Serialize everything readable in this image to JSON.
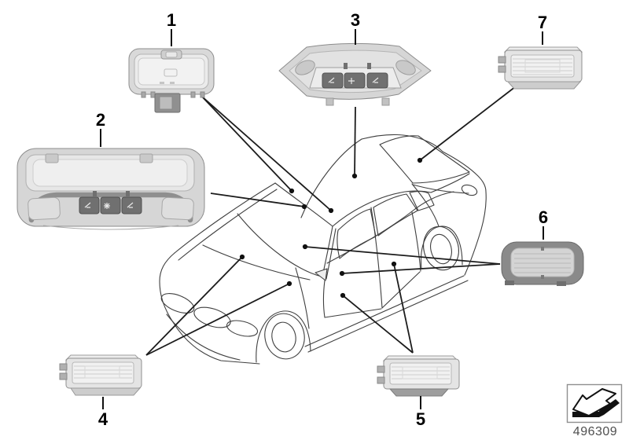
{
  "diagram": {
    "type": "vehicle-parts-callout-diagram",
    "subject": "sedan interior lights exploded location diagram"
  },
  "callouts": {
    "c1": {
      "number": "1"
    },
    "c2": {
      "number": "2"
    },
    "c3": {
      "number": "3"
    },
    "c4": {
      "number": "4"
    },
    "c5": {
      "number": "5"
    },
    "c6": {
      "number": "6"
    },
    "c7": {
      "number": "7"
    }
  },
  "footer": {
    "part_number": "496309"
  },
  "icons": {
    "footer_arrow": "fold-arrow-icon"
  },
  "colors": {
    "background": "#ffffff",
    "car_outline": "#3f3f3f",
    "leader_line": "#1c1c1c",
    "callout_text": "#000000",
    "diagram_number_text": "#4f4f4f",
    "lamp_body_light": "#d9d9d9",
    "lamp_bezel_dark": "#8a8a8a",
    "button_dark": "#707070",
    "footer_icon": "#111111"
  }
}
